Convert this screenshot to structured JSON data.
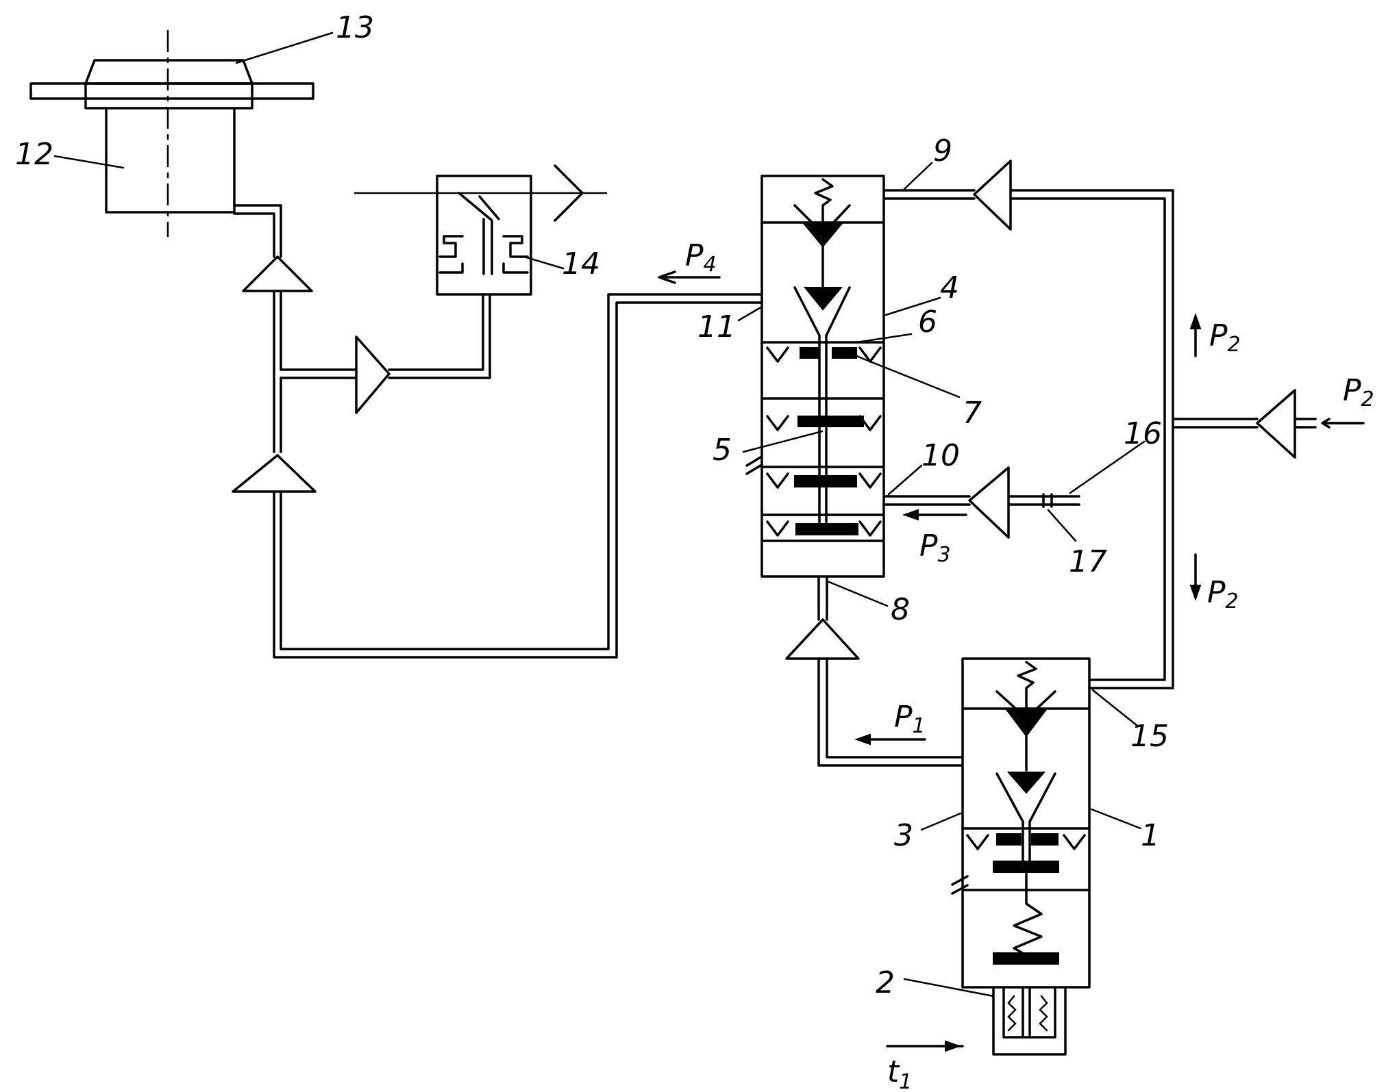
{
  "labels": {
    "n1": "1",
    "n2": "2",
    "n3": "3",
    "n4": "4",
    "n5": "5",
    "n6": "6",
    "n7": "7",
    "n8": "8",
    "n9": "9",
    "n10": "10",
    "n11": "11",
    "n12": "12",
    "n13": "13",
    "n14": "14",
    "n15": "15",
    "n16": "16",
    "n17": "17"
  },
  "pressures": {
    "p1": "P",
    "p1_sub": "1",
    "p2a": "P",
    "p2a_sub": "2",
    "p2b": "P",
    "p2b_sub": "2",
    "p2c": "P",
    "p2c_sub": "2",
    "p3": "P",
    "p3_sub": "3",
    "p4": "P",
    "p4_sub": "4"
  },
  "temperature": {
    "t": "t",
    "t_sub": "1"
  }
}
